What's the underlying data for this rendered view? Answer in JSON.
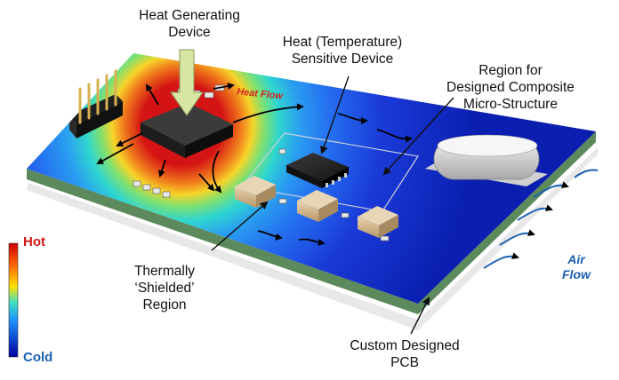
{
  "labels": {
    "heat_device": [
      "Heat Generating",
      "Device"
    ],
    "sensitive_device": [
      "Heat (Temperature)",
      "Sensitive Device"
    ],
    "region": [
      "Region for",
      "Designed Composite",
      "Micro-Structure"
    ],
    "shielded": [
      "Thermally",
      "‘Shielded’",
      "Region"
    ],
    "pcb": [
      "Custom Designed",
      "PCB"
    ],
    "heat_flow": "Heat Flow",
    "air_flow": [
      "Air",
      "Flow"
    ]
  },
  "colorbar": {
    "hot": "Hot",
    "cold": "Cold"
  },
  "colors": {
    "hot": "#d41414",
    "warm": "#f5a020",
    "mid": "#2fd6d0",
    "cool": "#2570f0",
    "cold": "#0a1fb0",
    "pcb_edge": "#5c8a5c",
    "label_blue": "#1a5fb4",
    "heat_flow_text": "#d42020"
  }
}
